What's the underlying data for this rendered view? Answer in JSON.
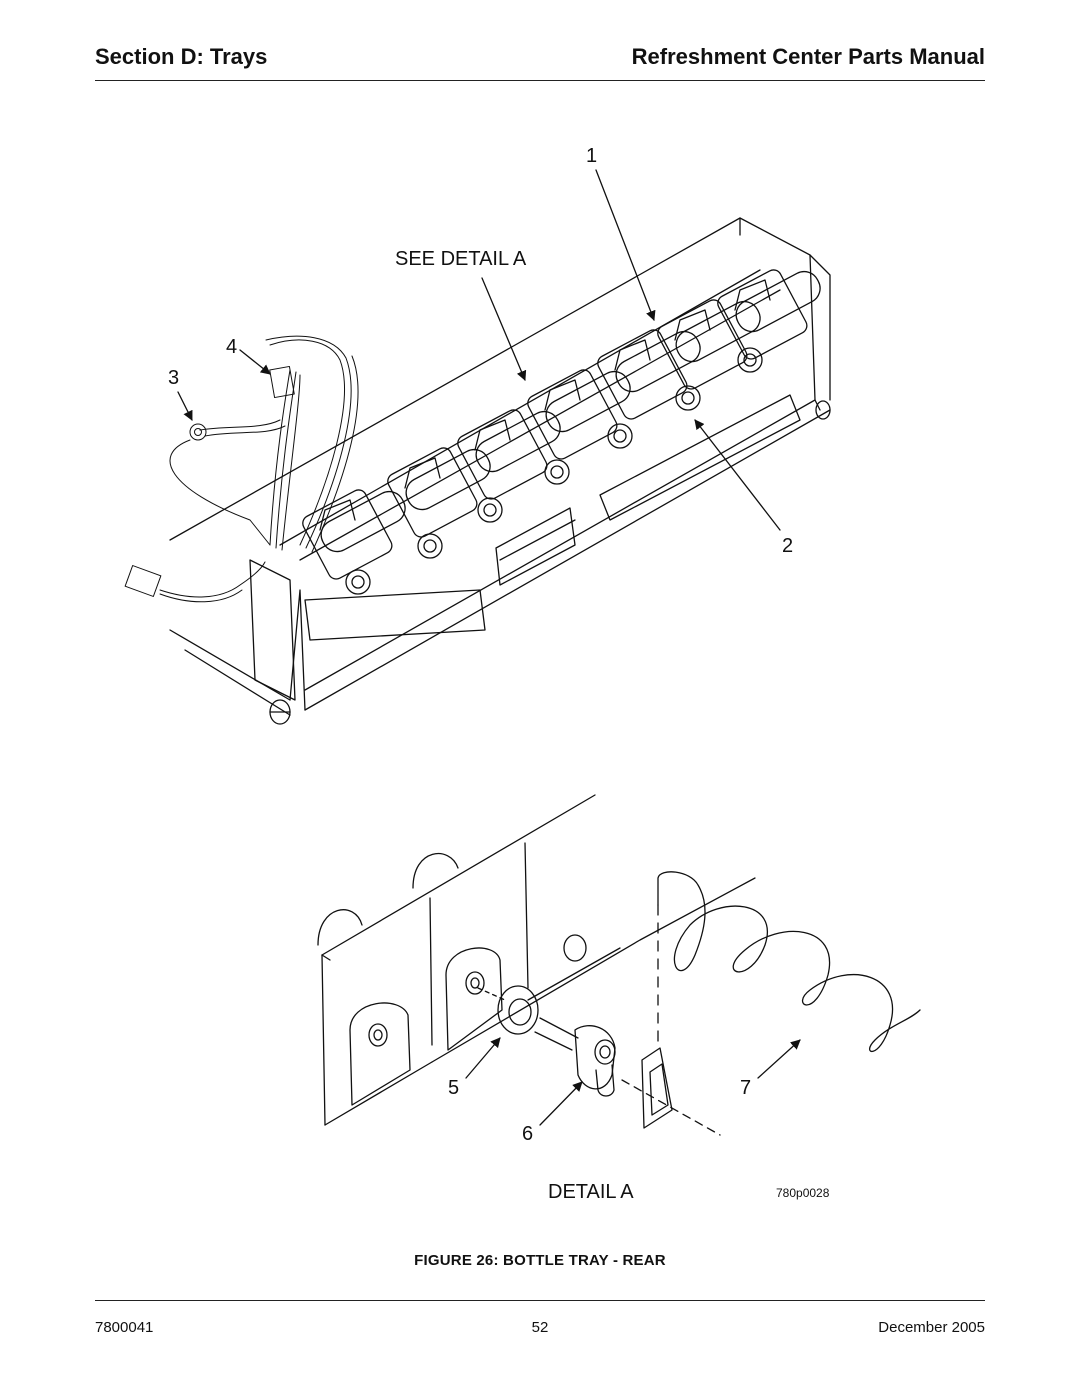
{
  "header": {
    "section": "Section D: Trays",
    "manual_title": "Refreshment Center Parts Manual"
  },
  "illustration": {
    "callouts": [
      "1",
      "2",
      "3",
      "4",
      "5",
      "6",
      "7"
    ],
    "see_detail_label": "SEE DETAIL A",
    "detail_label": "DETAIL A",
    "art_number": "780p0028"
  },
  "figure": {
    "caption": "FIGURE 26:  BOTTLE TRAY - REAR"
  },
  "footer": {
    "doc_number": "7800041",
    "page_number": "52",
    "date": "December 2005"
  }
}
